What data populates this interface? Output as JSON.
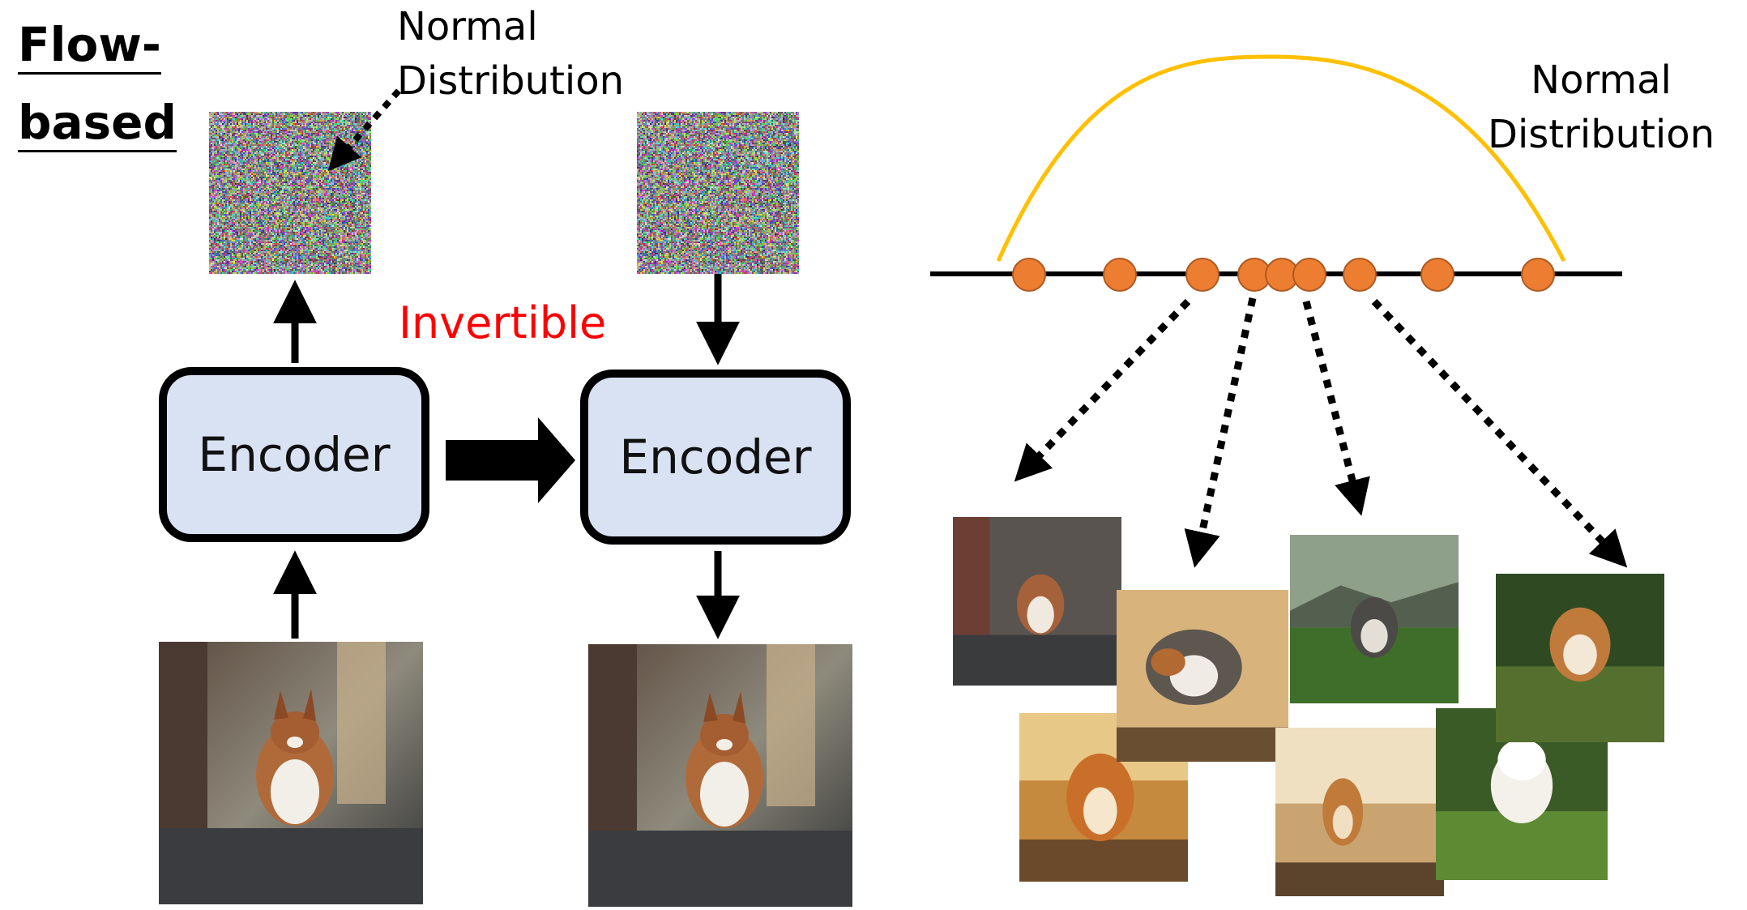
{
  "title": {
    "line1": "Flow-",
    "line2": "based"
  },
  "left_noise_label": "Normal\nDistribution",
  "right_noise_label": "Normal\nDistribution",
  "invertible_label": "Invertible",
  "encoders": [
    {
      "label": "Encoder"
    },
    {
      "label": "Encoder"
    }
  ],
  "colors": {
    "encoder_fill": "#d9e2f3",
    "curve": "#ffc000",
    "dots": "#ed7d31",
    "dot_stroke": "#ae5a21",
    "invertible_text": "#ff0000",
    "arrows": "#000000"
  },
  "icons": {
    "noise_images": "gaussian-noise-image",
    "photos": "running-dog-photo"
  }
}
